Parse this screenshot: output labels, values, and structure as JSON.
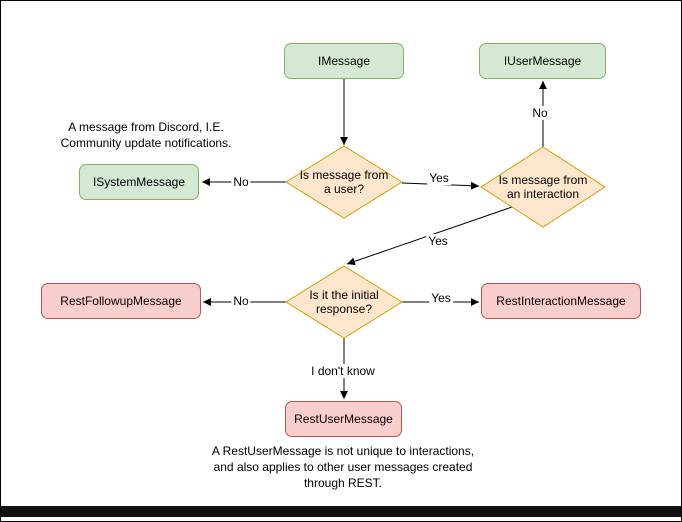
{
  "diagram": {
    "nodes": {
      "imessage": {
        "label": "IMessage"
      },
      "iusermessage": {
        "label": "IUserMessage"
      },
      "isystemmessage": {
        "label": "ISystemMessage"
      },
      "restfollowupmessage": {
        "label": "RestFollowupMessage"
      },
      "restinteractionmessage": {
        "label": "RestInteractionMessage"
      },
      "restusermessage": {
        "label": "RestUserMessage"
      }
    },
    "decisions": {
      "is_from_user": {
        "label": "Is message from\na user?"
      },
      "is_from_interaction": {
        "label": "Is message from\nan interaction"
      },
      "is_initial_response": {
        "label": "Is it the initial\nresponse?"
      }
    },
    "edge_labels": {
      "user_no": "No",
      "user_yes": "Yes",
      "interaction_no": "No",
      "interaction_yes": "Yes",
      "initial_no": "No",
      "initial_yes": "Yes",
      "initial_unknown": "I don't know"
    },
    "annotations": {
      "system_note": "A message from Discord, I.E.\nCommunity update notifications.",
      "rest_note": "A RestUserMessage is not unique to interactions,\nand also applies to other user messages created\nthrough REST."
    },
    "colors": {
      "interface_fill": "#d5e8d4",
      "interface_border": "#82b366",
      "decision_fill": "#ffe6cc",
      "decision_border": "#d79b00",
      "rest_fill": "#f8cecc",
      "rest_border": "#b85450",
      "arrow": "#000000"
    }
  }
}
